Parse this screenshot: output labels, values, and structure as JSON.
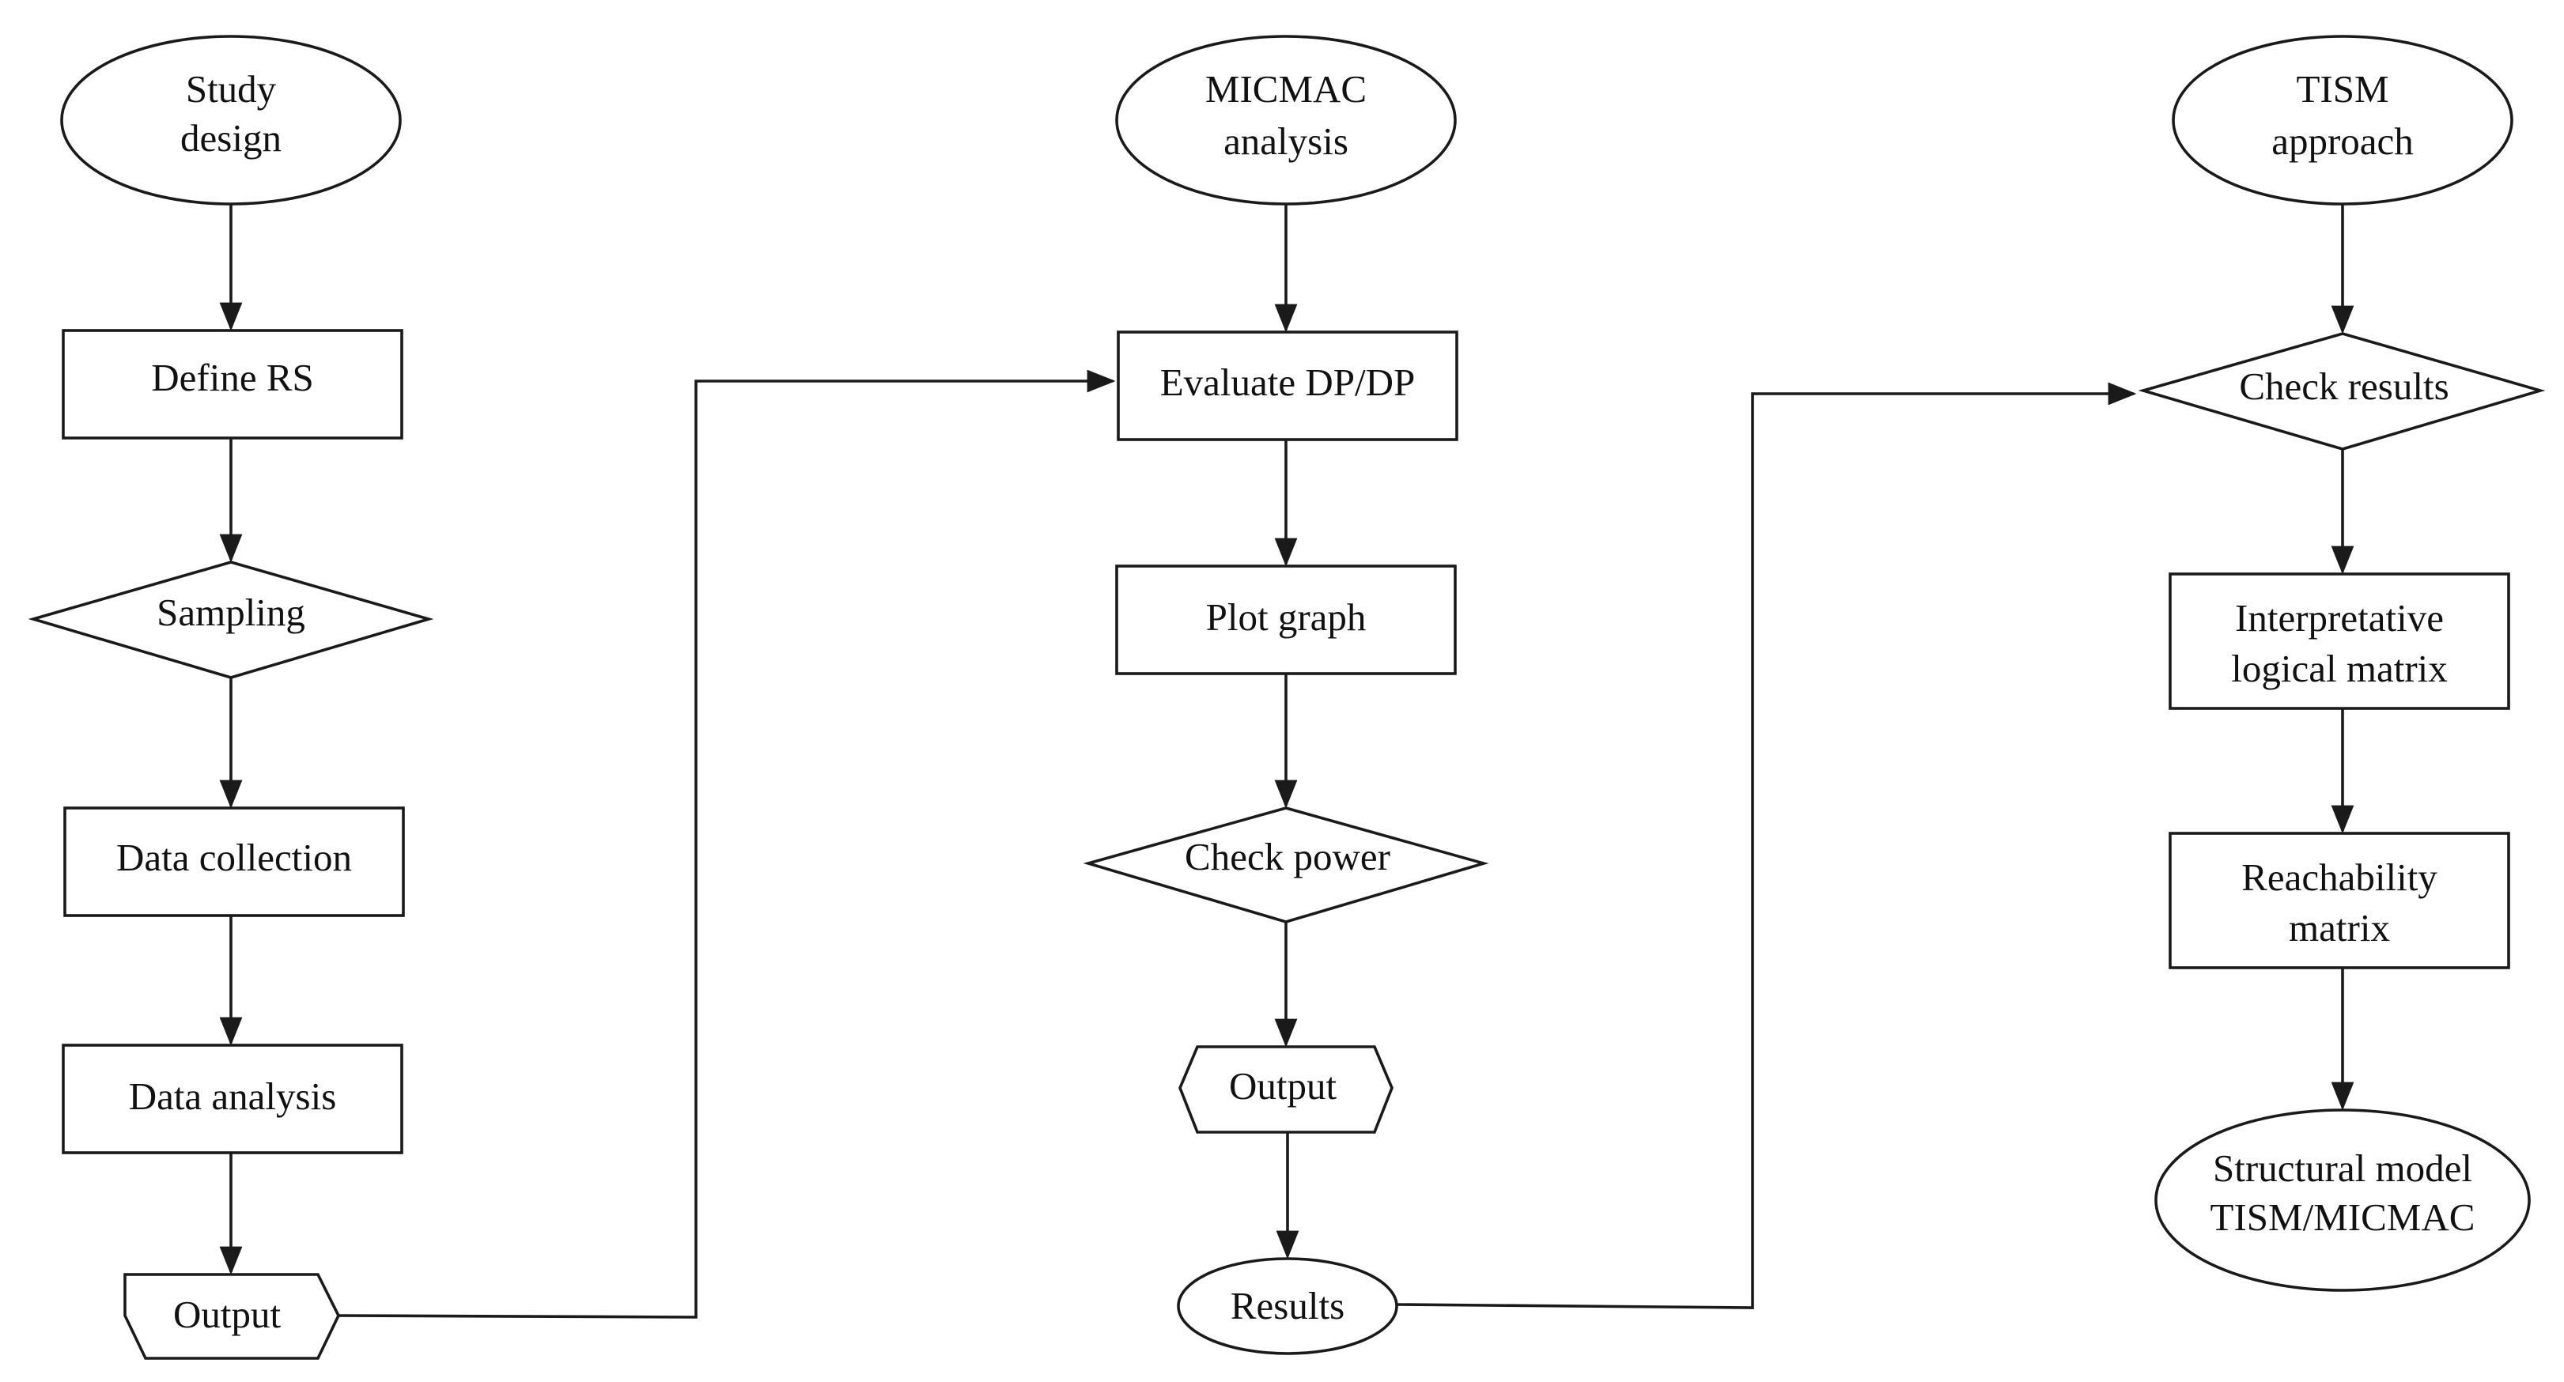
{
  "diagram": {
    "stroke_color": "#1a1a1a",
    "text_color": "#111111",
    "background": "#ffffff",
    "nodes": {
      "study_design": {
        "line1": "Study",
        "line2": "design"
      },
      "define_rs": {
        "text": "Define RS"
      },
      "sampling": {
        "text": "Sampling"
      },
      "data_collection": {
        "text": "Data collection"
      },
      "data_analysis": {
        "text": "Data analysis"
      },
      "output_1": {
        "text": "Output"
      },
      "micmac_analysis": {
        "line1": "MICMAC",
        "line2": "analysis"
      },
      "evaluate_dp": {
        "text": "Evaluate DP/DP"
      },
      "plot_graph": {
        "text": "Plot graph"
      },
      "check_power": {
        "text": "Check power"
      },
      "output_2": {
        "text": "Output"
      },
      "results": {
        "text": "Results"
      },
      "tism_approach": {
        "line1": "TISM",
        "line2": "approach"
      },
      "check_results": {
        "text": "Check results"
      },
      "interpretative": {
        "line1": "Interpretative",
        "line2": "logical matrix"
      },
      "reachability": {
        "line1": "Reachability",
        "line2": "matrix"
      },
      "structural_model": {
        "line1": "Structural model",
        "line2": "TISM/MICMAC"
      }
    }
  }
}
